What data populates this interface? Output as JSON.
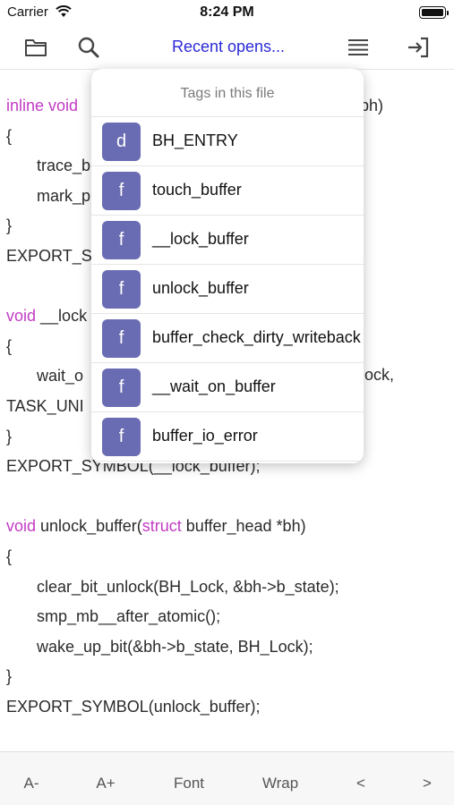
{
  "status_bar": {
    "carrier": "Carrier",
    "time": "8:24 PM"
  },
  "toolbar": {
    "recent_label": "Recent opens...",
    "accent_color": "#2a2ad6",
    "icons": [
      "folder-icon",
      "search-icon",
      "menu-icon",
      "exit-icon"
    ]
  },
  "code": {
    "keyword_color": "#c23bc5",
    "lines": [
      [
        {
          "t": "inline void",
          "k": true
        }
      ],
      [
        {
          "t": "{",
          "k": false
        }
      ],
      [
        {
          "t": "trace_b",
          "k": false
        }
      ],
      [
        {
          "t": "mark_p",
          "k": false
        }
      ],
      [
        {
          "t": "}",
          "k": false
        }
      ],
      [
        {
          "t": "EXPORT_S",
          "k": false
        }
      ],
      [],
      [
        {
          "t": "void",
          "k": true
        },
        {
          "t": " __lock",
          "k": false
        }
      ],
      [
        {
          "t": "{",
          "k": false
        }
      ],
      [
        {
          "t": "wait_o",
          "k": false
        }
      ],
      [
        {
          "t": "TASK_UNI",
          "k": false
        }
      ],
      [
        {
          "t": "}",
          "k": false
        }
      ],
      [
        {
          "t": "EXPORT_SYMBOL(__lock_buffer);",
          "k": false
        }
      ],
      [],
      [
        {
          "t": "void",
          "k": true
        },
        {
          "t": " unlock_buffer(",
          "k": false
        },
        {
          "t": "struct",
          "k": true
        },
        {
          "t": " buffer_head *bh)",
          "k": false
        }
      ],
      [
        {
          "t": "{",
          "k": false
        }
      ],
      [
        {
          "t": "clear_bit_unlock(BH_Lock, &bh->b_state);",
          "k": false
        }
      ],
      [
        {
          "t": "smp_mb__after_atomic();",
          "k": false
        }
      ],
      [
        {
          "t": "wake_up_bit(&bh->b_state, BH_Lock);",
          "k": false
        }
      ],
      [
        {
          "t": "}",
          "k": false
        }
      ],
      [
        {
          "t": "EXPORT_SYMBOL(unlock_buffer);",
          "k": false
        }
      ]
    ],
    "right_fragments": [
      "bh)",
      "ock,"
    ]
  },
  "tags_popover": {
    "title": "Tags in this file",
    "badge_color": "#6a6cb3",
    "items": [
      {
        "kind": "d",
        "name": "BH_ENTRY"
      },
      {
        "kind": "f",
        "name": "touch_buffer"
      },
      {
        "kind": "f",
        "name": "__lock_buffer"
      },
      {
        "kind": "f",
        "name": "unlock_buffer"
      },
      {
        "kind": "f",
        "name": "buffer_check_dirty_writeback"
      },
      {
        "kind": "f",
        "name": "__wait_on_buffer"
      },
      {
        "kind": "f",
        "name": "buffer_io_error"
      }
    ]
  },
  "bottom_bar": {
    "items": [
      "A-",
      "A+",
      "Font",
      "Wrap",
      "<",
      ">"
    ]
  }
}
